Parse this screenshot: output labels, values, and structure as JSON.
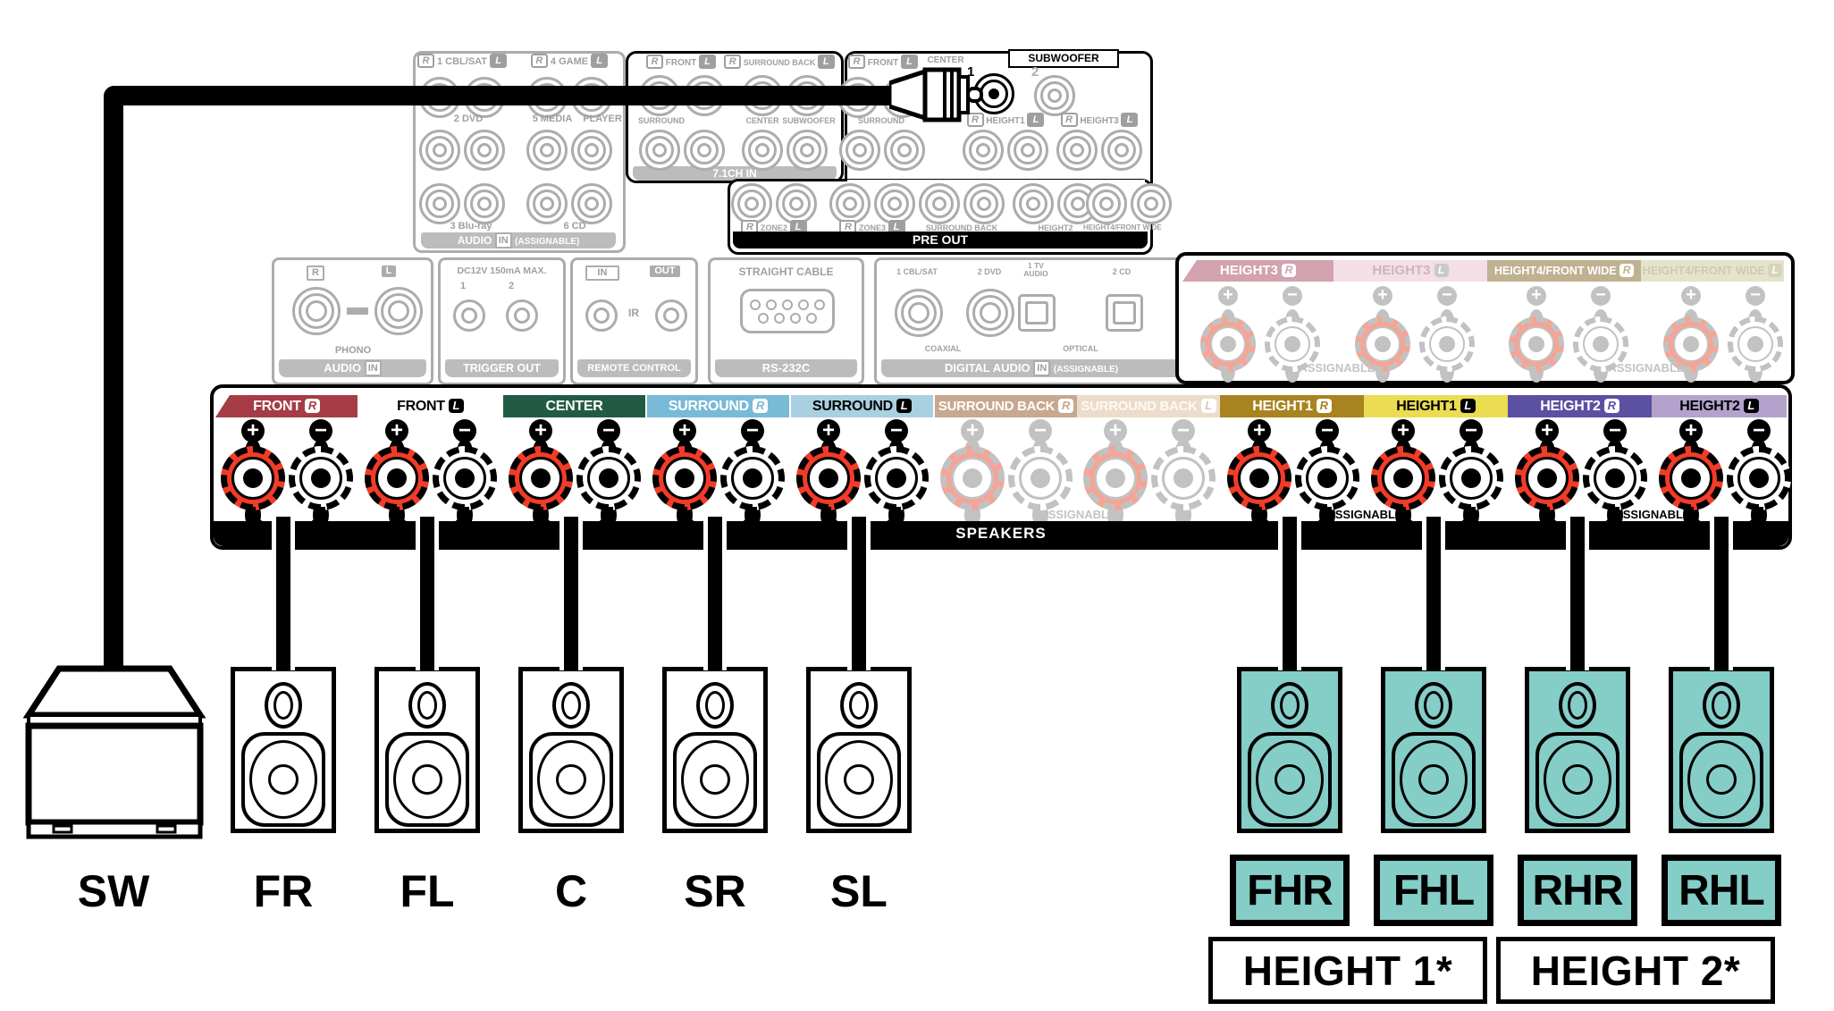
{
  "colors": {
    "front_r": "#A63C46",
    "center": "#215B43",
    "surround_r": "#79BAD6",
    "surround_l": "#A9D0E0",
    "surround_back_r": "#C8A88E",
    "surround_back_l": "#EBDCCB",
    "height1_r": "#A8831F",
    "height1_l": "#EBDC52",
    "height2_r": "#5B50A2",
    "height2_l": "#B4A2CD",
    "height3_r": "#D2A2AE",
    "height3_l": "#F3DFE5",
    "height4_front_wide_r": "#BEB291",
    "height4_front_wide_l": "#E6E3CD",
    "post_positive": "#F23B28",
    "post_positive_inactive": "#F5A495",
    "height_speaker_fill": "#85CDC7",
    "inactive_gray": "#ABADAD"
  },
  "receiver": {
    "audio_box": {
      "row1_groups": [
        {
          "r": "R",
          "text": "1 CBL/SAT",
          "l": "L"
        },
        {
          "r": "R",
          "text": "4 GAME",
          "l": "L"
        }
      ],
      "row2_labels": [
        "2 DVD",
        "5 MEDIA",
        "PLAYER"
      ],
      "row3_labels": [
        "3 Blu-ray",
        "6 CD"
      ],
      "bar": {
        "title": "AUDIO",
        "in_badge": "IN",
        "suffix": "(ASSIGNABLE)"
      }
    },
    "ch71_box": {
      "row1_groups": [
        {
          "r": "R",
          "text": "FRONT",
          "l": "L"
        },
        {
          "r": "R",
          "text": "SURROUND BACK",
          "l": "L"
        }
      ],
      "row2_labels": [
        "SURROUND",
        "CENTER",
        "SUBWOOFER"
      ],
      "bar": "7.1CH IN"
    },
    "preout_box": {
      "front": {
        "r": "R",
        "text": "FRONT",
        "l": "L"
      },
      "center": "CENTER",
      "subwoofer": "SUBWOOFER",
      "jack_1": "1",
      "jack_2": "2",
      "surround": "SURROUND",
      "height1": {
        "r": "R",
        "text": "HEIGHT1",
        "l": "L"
      },
      "height3": {
        "r": "R",
        "text": "HEIGHT3",
        "l": "L"
      },
      "zone2": {
        "r": "R",
        "text": "ZONE2",
        "l": "L"
      },
      "zone3": {
        "r": "R",
        "text": "ZONE3",
        "l": "L"
      },
      "surround_back": "SURROUND BACK",
      "height2": "HEIGHT2",
      "height4": "HEIGHT4/FRONT WIDE",
      "bar": "PRE OUT"
    },
    "phono": {
      "r": "R",
      "l": "L",
      "label": "PHONO",
      "bar_title": "AUDIO",
      "in_badge": "IN"
    },
    "trigger": {
      "spec": "DC12V 150mA MAX.",
      "n1": "1",
      "n2": "2",
      "bar": "TRIGGER OUT"
    },
    "remote": {
      "in_badge": "IN",
      "out_badge": "OUT",
      "ir": "IR",
      "bar": "REMOTE CONTROL"
    },
    "rs232": {
      "label": "STRAIGHT CABLE",
      "bar": "RS-232C"
    },
    "digital": {
      "coax1": "1 CBL/SAT",
      "coax2": "2 DVD",
      "opt1_line1": "1 TV",
      "opt1_line2": "AUDIO",
      "opt2": "2 CD",
      "coaxial": "COAXIAL",
      "optical": "OPTICAL",
      "bar_title": "DIGITAL AUDIO",
      "in_badge": "IN",
      "suffix": "(ASSIGNABLE)"
    }
  },
  "height34_panel": {
    "tabs": [
      {
        "text": "HEIGHT3",
        "ch": "R"
      },
      {
        "text": "HEIGHT3",
        "ch": "L"
      },
      {
        "text": "HEIGHT4/FRONT WIDE",
        "ch": "R"
      },
      {
        "text": "HEIGHT4/FRONT WIDE",
        "ch": "L"
      }
    ],
    "assignable_left": "ASSIGNABLE",
    "assignable_right": "ASSIGNABLE"
  },
  "speaker_panel": {
    "labels": [
      {
        "text": "FRONT",
        "ch": "R"
      },
      {
        "text": "FRONT",
        "ch": "L"
      },
      {
        "text": "CENTER",
        "ch": ""
      },
      {
        "text": "SURROUND",
        "ch": "R"
      },
      {
        "text": "SURROUND",
        "ch": "L"
      },
      {
        "text": "SURROUND BACK",
        "ch": "R"
      },
      {
        "text": "SURROUND BACK",
        "ch": "L"
      },
      {
        "text": "HEIGHT1",
        "ch": "R"
      },
      {
        "text": "HEIGHT1",
        "ch": "L"
      },
      {
        "text": "HEIGHT2",
        "ch": "R"
      },
      {
        "text": "HEIGHT2",
        "ch": "L"
      }
    ],
    "assignable_surround_back": "ASSIGNABLE",
    "assignable_height1": "ASSIGNABLE",
    "assignable_height2": "ASSIGNABLE",
    "bar": "SPEAKERS"
  },
  "bottom": {
    "speaker_labels": [
      "SW",
      "FR",
      "FL",
      "C",
      "SR",
      "SL"
    ],
    "height_chips": [
      "FHR",
      "FHL",
      "RHR",
      "RHL"
    ],
    "group_boxes": [
      "HEIGHT 1*",
      "HEIGHT 2*"
    ]
  }
}
